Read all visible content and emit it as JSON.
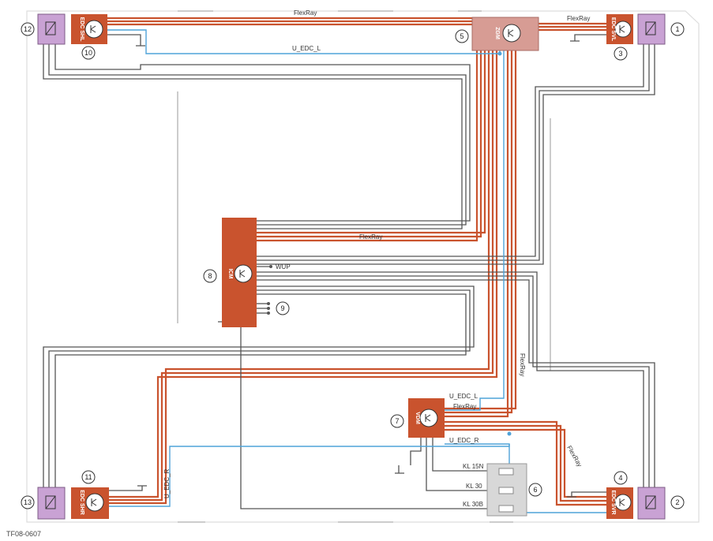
{
  "labels": {
    "flexray_top": "FlexRay",
    "flexray_topright": "FlexRay",
    "flexray_mid": "FlexRay",
    "flexray_vert": "FlexRay",
    "flexray_vdm": "FlexRay",
    "flexray_lower": "FlexRay",
    "u_edc_l_top": "U_EDC_L",
    "u_edc_l_vdm": "U_EDC_L",
    "u_edc_r_vdm": "U_EDC_R",
    "u_edc_r_left": "U_EDC_R",
    "wup": "WUP",
    "kl15n": "KL 15N",
    "kl30": "KL 30",
    "kl30b": "KL 30B",
    "figure_id": "TF08-0607"
  },
  "modules": {
    "edc_shl": "EDC SHL",
    "edc_svl": "EDC SVL",
    "edc_shr": "EDC SHR",
    "edc_svr": "EDC SVR",
    "zgm": "ZGM",
    "icm": "ICM",
    "vdm": "VDM"
  },
  "numbers": {
    "n1": "1",
    "n2": "2",
    "n3": "3",
    "n4": "4",
    "n5": "5",
    "n6": "6",
    "n7": "7",
    "n8": "8",
    "n9": "9",
    "n10": "10",
    "n11": "11",
    "n12": "12",
    "n13": "13"
  },
  "colors": {
    "flexray_wire": "#c9532e",
    "signal_wire": "#4fa3d8",
    "ground_wire": "#555555",
    "module_fill": "#c9532e",
    "sensor_fill": "#c9a2d4",
    "zgm_fill": "#d79c94",
    "fuse_fill": "#d8d8d8"
  }
}
